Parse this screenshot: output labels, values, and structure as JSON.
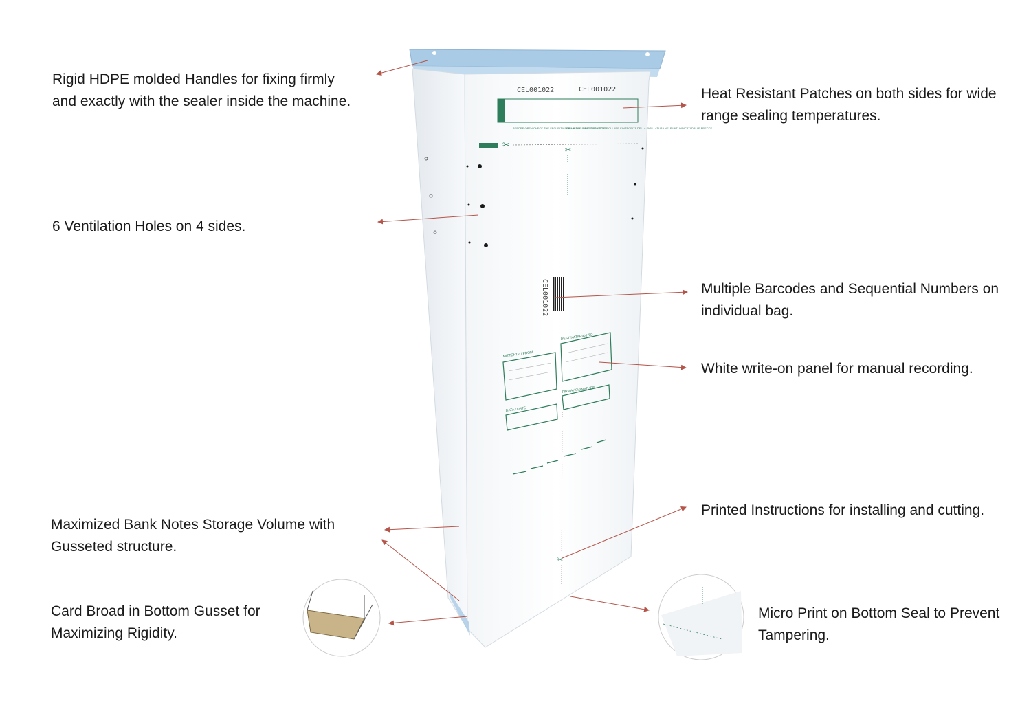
{
  "bag": {
    "serial_top_left": "CEL001022",
    "serial_top_right": "CEL001022",
    "serial_vertical": "CEL001022",
    "top_notice_left": "BEFORE OPEN CHECK THE SECURITY SEAL IN THE INDICATED SPOTS",
    "top_notice_right": "PRIMA DELL'APERTURA CONTROLLARE L'INTEGRITA DELLA SIGILLATURA NEI PUNTI INDICATI DALLE FRECCE",
    "form_from": "MITTENTE / FROM",
    "form_to": "DESTINATARIO / TO",
    "form_date": "DATA / DATE",
    "form_signature": "FIRMA / SIGNATURE",
    "accent_color": "#2e7d5b",
    "handle_color": "#a9cbe6"
  },
  "callouts": [
    {
      "id": "handles",
      "lines": [
        "Rigid HDPE molded Handles for fixing firmly",
        "and exactly with the sealer inside the machine."
      ]
    },
    {
      "id": "ventilation",
      "lines": [
        "6 Ventilation Holes on 4 sides."
      ]
    },
    {
      "id": "storage",
      "lines": [
        "Maximized Bank Notes Storage Volume with",
        "Gusseted structure."
      ]
    },
    {
      "id": "card",
      "lines": [
        "Card Broad in Bottom Gusset for",
        "Maximizing Rigidity."
      ]
    },
    {
      "id": "patches",
      "lines": [
        "Heat Resistant Patches on both sides for wide",
        "range sealing temperatures."
      ]
    },
    {
      "id": "barcodes",
      "lines": [
        "Multiple Barcodes and Sequential Numbers on",
        "individual bag."
      ]
    },
    {
      "id": "panel",
      "lines": [
        "White write-on panel for manual recording."
      ]
    },
    {
      "id": "instructions",
      "lines": [
        "Printed Instructions for installing and cutting."
      ]
    },
    {
      "id": "microprint",
      "lines": [
        "Micro Print on Bottom Seal to Prevent",
        "Tampering."
      ]
    }
  ]
}
